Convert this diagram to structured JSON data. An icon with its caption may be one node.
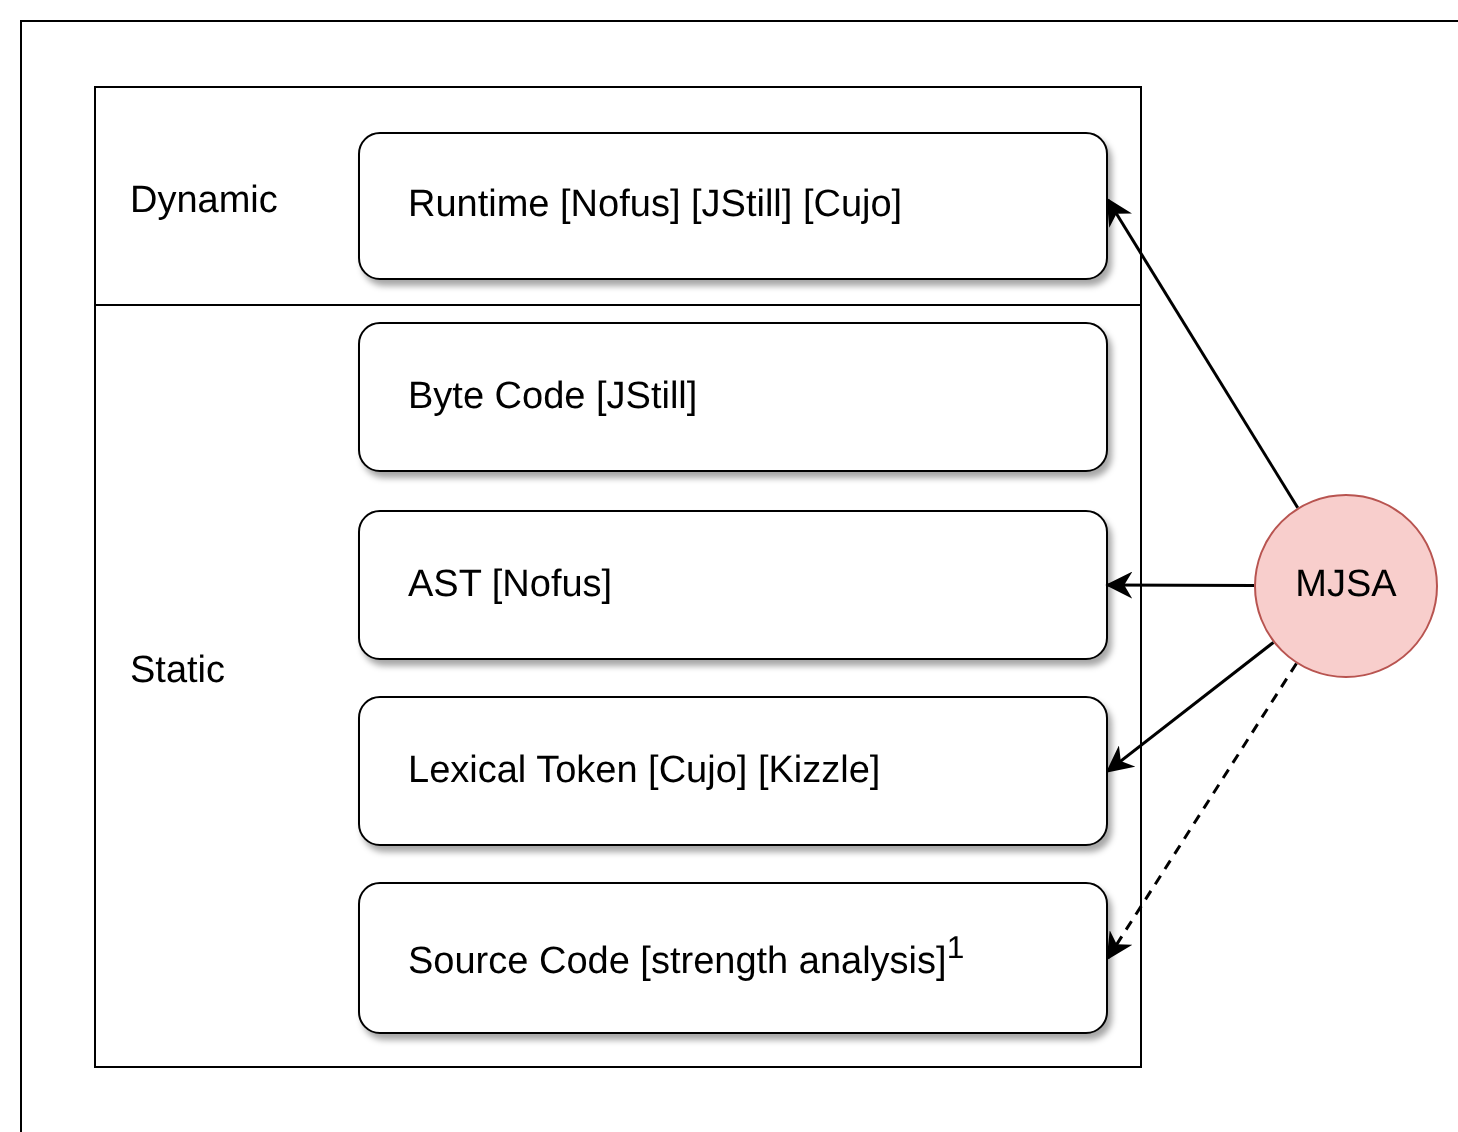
{
  "diagram": {
    "nodes": [
      {
        "text": [
          "Dynamic"
        ]
      },
      {
        "text": [
          "Runtime [Nofus] [JStill] [Cujo]"
        ],
        "in": 0
      },
      {
        "text": [
          "Static"
        ]
      },
      {
        "text": [
          "Byte Code [JStill]"
        ],
        "in": 2
      },
      {
        "text": [
          "AST [Nofus]"
        ],
        "in": 2
      },
      {
        "text": [
          "Lexical Token [Cujo] [Kizzle]"
        ],
        "in": 2
      },
      {
        "text": [
          "Source Code [strength analysis]$^{1}$"
        ],
        "in": 2
      },
      {
        "text": [
          "MJSA"
        ]
      }
    ],
    "edges": [
      {
        "from": 7,
        "to": 1,
        "arrow": "to"
      },
      {
        "from": 7,
        "to": 4,
        "arrow": "to"
      },
      {
        "from": 7,
        "to": 5,
        "arrow": "to"
      },
      {
        "from": 7,
        "to": 6,
        "arrow": "to",
        "style": "dashed"
      }
    ]
  }
}
